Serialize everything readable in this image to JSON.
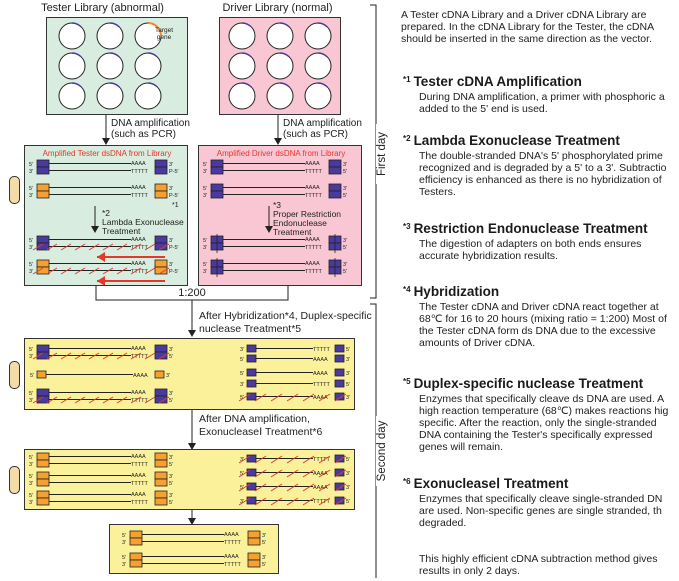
{
  "libraries": {
    "tester_title": "Tester Library (abnormal)",
    "driver_title": "Driver Library (normal)",
    "target_gene_label_1": "Target",
    "target_gene_label_2": "gene"
  },
  "steps": {
    "amplification_1": "DNA amplification",
    "amplification_2": "(such as PCR)",
    "tester_panel_title": "Amplified Tester dsDNA from Library",
    "driver_panel_title": "Amplified Driver dsDNA from Library",
    "lambda_ref": "*2",
    "lambda_1": "Lambda Exonuclease",
    "lambda_2": "Treatment",
    "restriction_ref": "*3",
    "restriction_1": "Proper Restriction",
    "restriction_2": "Endonuclease Treatment",
    "ratio": "1:200",
    "hybrid_1": "After Hybridization*4, Duplex-specific",
    "hybrid_2": "nuclease Treatment*5",
    "exo_1": "After DNA amplification,",
    "exo_2": "ExonucleaseⅠ Treatment*6",
    "star1": "*1"
  },
  "strand_labels": {
    "five": "5'",
    "three": "3'",
    "p5": "P-5'",
    "polyA": "AAAA",
    "polyT": "TTTTT"
  },
  "days": {
    "first": "First day",
    "second": "Second day"
  },
  "notes": {
    "intro": [
      "A Tester cDNA Library and a Driver cDNA Library are",
      "prepared. In the cDNA Library for the Tester, the cDNA",
      "should be inserted in the same direction as the vector."
    ],
    "items": [
      {
        "ref": "*1",
        "title": "Tester cDNA Amplification",
        "body": [
          "During DNA amplification, a primer with phosphoric a",
          "added to the 5' end is used."
        ]
      },
      {
        "ref": "*2",
        "title": "Lambda Exonuclease Treatment",
        "body": [
          "The double-stranded DNA's 5' phosphorylated prime",
          "recognized and is degraded by a 5' to a 3'. Subtractio",
          "efficiency is enhanced as there is no hybridization of",
          "Testers."
        ]
      },
      {
        "ref": "*3",
        "title": "Restriction Endonuclease Treatment",
        "body": [
          "The digestion of adapters on both ends ensures",
          "accurate hybridization results."
        ]
      },
      {
        "ref": "*4",
        "title": "Hybridization",
        "body": [
          "The Tester cDNA and Driver cDNA react together at",
          "68℃ for 16 to 20 hours (mixing ratio = 1:200) Most of",
          "the Tester cDNA form ds DNA due to the excessive",
          "amounts of Driver cDNA."
        ]
      },
      {
        "ref": "*5",
        "title": "Duplex-specific nuclease Treatment",
        "body": [
          "Enzymes that specifically cleave ds DNA are used. A",
          "high reaction temperature (68℃) makes reactions hig",
          "specific. After the reaction, only the single-stranded",
          "DNA containing the Tester's specifically expressed",
          "genes will remain."
        ]
      },
      {
        "ref": "*6",
        "title": "ExonucleaseⅠ Treatment",
        "body": [
          "Enzymes that specifically cleave single-stranded DN",
          "are used. Non-specific genes are single stranded, th",
          "degraded."
        ]
      }
    ],
    "outro": [
      "This highly efficient cDNA subtraction method gives",
      "results in only 2 days."
    ]
  },
  "colors": {
    "tester_bg": "#d8ecdf",
    "driver_bg": "#f9c7d3",
    "result_bg": "#fbf19a",
    "adapter_blue": "#4a3aa0",
    "adapter_orange": "#f5a030",
    "degrade_red": "#e23a2a"
  }
}
